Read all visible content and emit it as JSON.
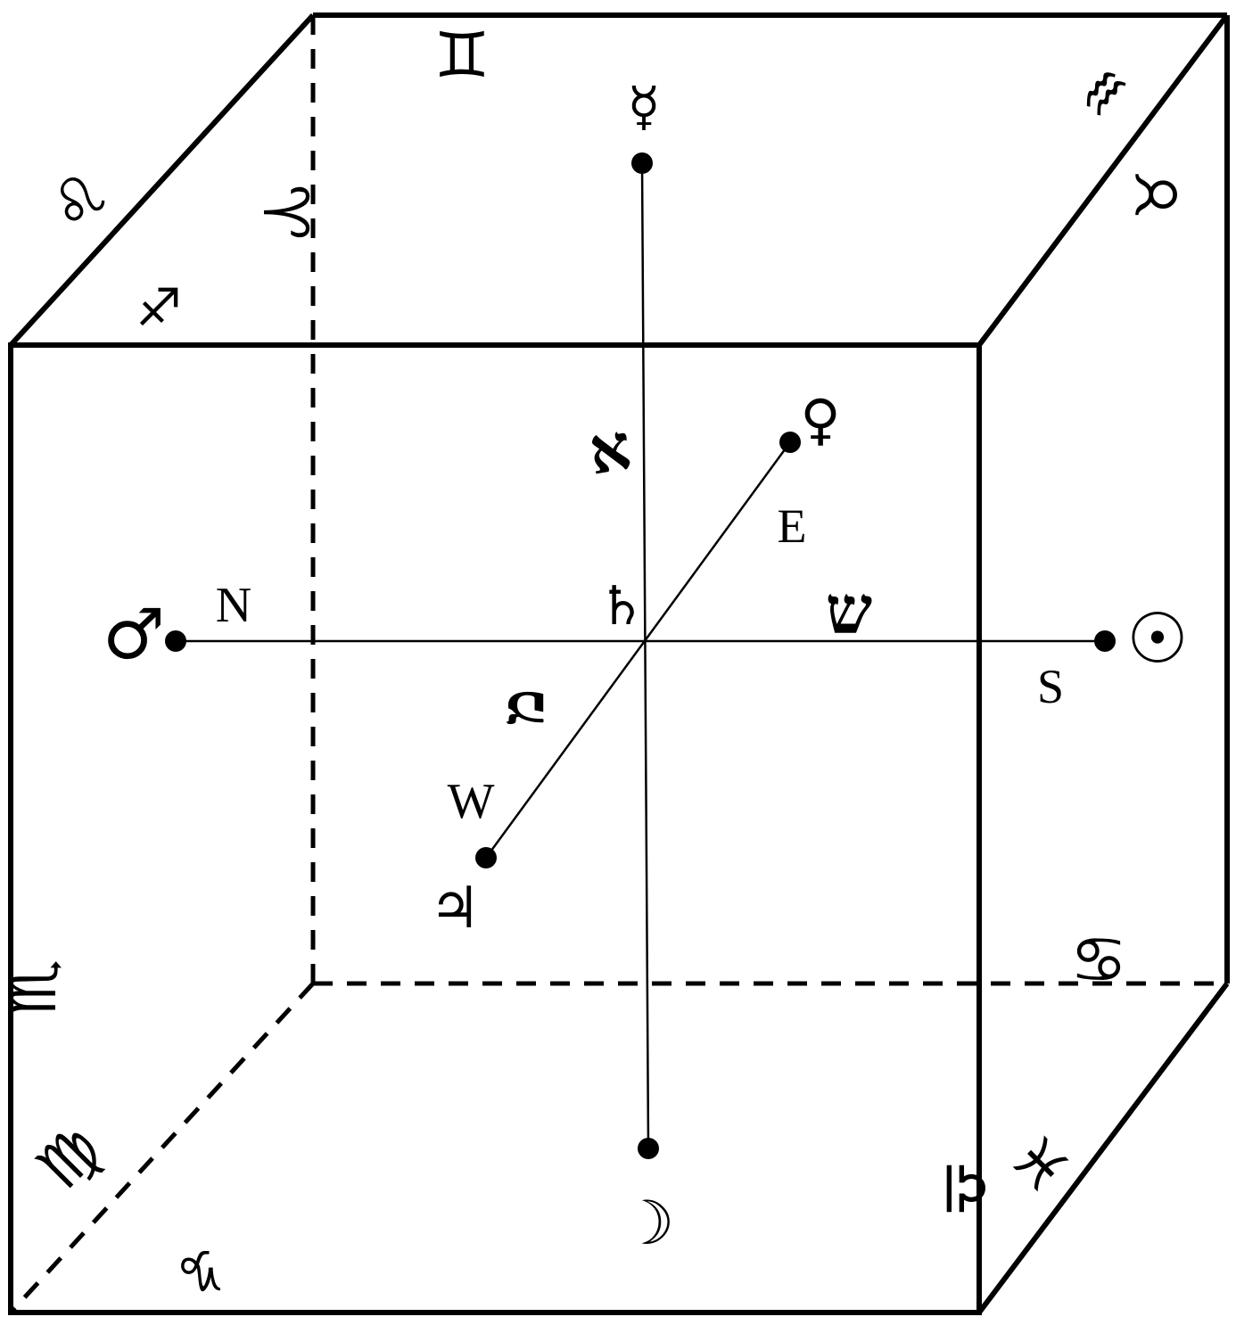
{
  "directions": {
    "north": "N",
    "south": "S",
    "east": "E",
    "west": "W"
  },
  "hebrew_letters": {
    "aleph": "א",
    "shin": "ש",
    "mem": "מ"
  },
  "planets": {
    "mercury": "☿",
    "venus": "♀",
    "mars": "♂",
    "sun": "☉",
    "saturn": "♄",
    "jupiter": "♃",
    "moon": "☽"
  },
  "zodiac": {
    "gemini": "♊",
    "aquarius": "♒",
    "leo": "♌",
    "sagittarius": "♐",
    "aries": "♈",
    "taurus": "♉",
    "scorpio": "♏",
    "cancer": "♋",
    "virgo": "♍",
    "capricorn": "♑",
    "libra": "♎",
    "pisces": "♓"
  }
}
